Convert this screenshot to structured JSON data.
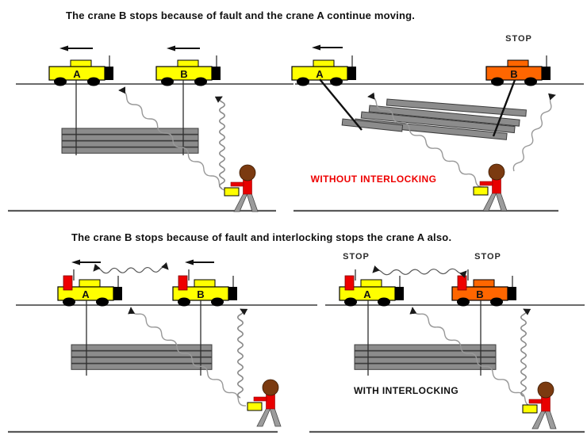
{
  "titles": {
    "scenario1": "The crane B stops because of fault and the crane A continue moving.",
    "scenario2": "The crane B stops because of fault and interlocking stops the crane A also."
  },
  "panels": {
    "top_left": {
      "cranes": [
        {
          "label": "A",
          "state": "moving"
        },
        {
          "label": "B",
          "state": "moving"
        }
      ]
    },
    "top_right": {
      "caption": "WITHOUT INTERLOCKING",
      "cranes": [
        {
          "label": "A",
          "state": "moving"
        },
        {
          "label": "B",
          "state": "stopped",
          "stop_label": "STOP"
        }
      ]
    },
    "bottom_left": {
      "cranes": [
        {
          "label": "A",
          "state": "moving"
        },
        {
          "label": "B",
          "state": "moving"
        }
      ]
    },
    "bottom_right": {
      "caption": "WITH INTERLOCKING",
      "cranes": [
        {
          "label": "A",
          "state": "stopped",
          "stop_label": "STOP"
        },
        {
          "label": "B",
          "state": "stopped",
          "stop_label": "STOP"
        }
      ]
    }
  },
  "icons": {
    "movement_arrow": "left-arrow",
    "radio_signal": "zigzag-wave",
    "interlock_signal": "zigzag-wave-double-arrow"
  },
  "colors": {
    "crane_moving": "#ffff00",
    "crane_stopped": "#ff6600",
    "interlock_beacon": "#ee0000",
    "caption_without": "#ee0000",
    "caption_with": "#111111",
    "load_bar": "#8c8c8c",
    "operator_shirt": "#e80000",
    "operator_head": "#7b3a10",
    "operator_legs": "#9c9c9c",
    "remote_control": "#ffff00",
    "background": "#ffffff"
  }
}
